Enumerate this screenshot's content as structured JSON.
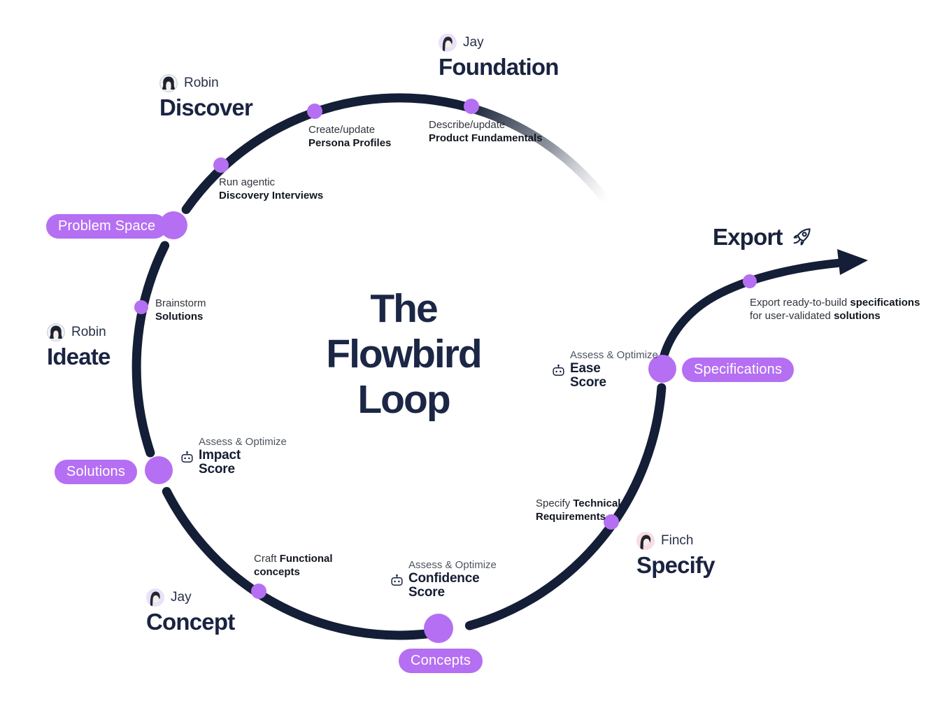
{
  "center_title": {
    "lines": [
      "The",
      "Flowbird",
      "Loop"
    ]
  },
  "stages": {
    "foundation": {
      "agent": "Jay",
      "name": "Foundation"
    },
    "discover": {
      "agent": "Robin",
      "name": "Discover"
    },
    "ideate": {
      "agent": "Robin",
      "name": "Ideate"
    },
    "concept": {
      "agent": "Jay",
      "name": "Concept"
    },
    "specify": {
      "agent": "Finch",
      "name": "Specify"
    }
  },
  "tasks": {
    "product_fundamentals": {
      "prefix": "Describe/update",
      "bold": "Product Fundamentals"
    },
    "persona_profiles": {
      "prefix": "Create/update",
      "bold": "Persona Profiles"
    },
    "discovery_interviews": {
      "prefix": "Run agentic",
      "bold": "Discovery Interviews"
    },
    "brainstorm_solutions": {
      "prefix": "Brainstorm",
      "bold": "Solutions"
    },
    "functional_concepts": {
      "prefix": "Craft",
      "bold1": "Functional",
      "bold2": "concepts"
    },
    "technical_requirements": {
      "prefix": "Specify",
      "bold1": "Technical",
      "bold2": "Requirements"
    }
  },
  "scores": {
    "label": "Assess & Optimize",
    "impact": {
      "word1": "Impact",
      "word2": "Score"
    },
    "confidence": {
      "word1": "Confidence",
      "word2": "Score"
    },
    "ease": {
      "word1": "Ease",
      "word2": "Score"
    }
  },
  "badges": {
    "problem_space": "Problem Space",
    "solutions": "Solutions",
    "concepts": "Concepts",
    "specifications": "Specifications"
  },
  "export": {
    "title": "Export",
    "desc_prefix1": "Export ready-to-build",
    "desc_bold1": "specifications",
    "desc_prefix2": "for user-validated",
    "desc_bold2": "solutions"
  },
  "icons": {
    "rocket": "rocket-icon",
    "robot": "robot-icon",
    "avatars": [
      "jay-avatar",
      "robin-avatar",
      "finch-avatar"
    ]
  },
  "colors": {
    "accent_purple": "#b56ff2",
    "loop_navy": "#141e36",
    "title_navy": "#1c2746"
  }
}
